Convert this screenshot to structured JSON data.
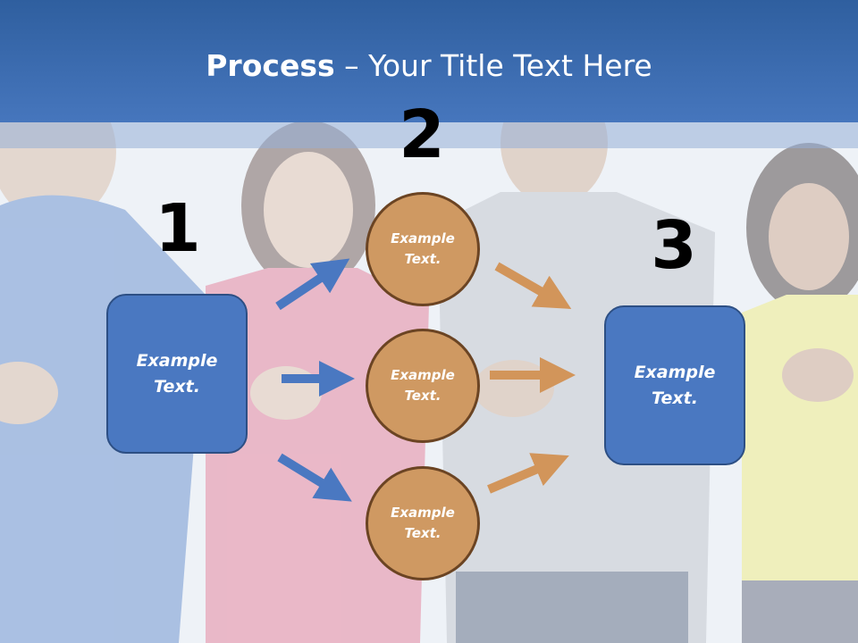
{
  "slide": {
    "title_bold": "Process",
    "title_rest": " – Your Title Text Here",
    "steps": [
      "1",
      "2",
      "3"
    ],
    "left_box": "Example\nText.",
    "circles": [
      "Example\nText.",
      "Example\nText.",
      "Example\nText."
    ],
    "right_box": "Example\nText."
  },
  "colors": {
    "header": "#3f6db2",
    "box_fill": "#4a78c1",
    "circle_fill": "#cf9962",
    "circle_border": "#6b4423",
    "arrow_blue": "#4a78c1",
    "arrow_orange": "#d2955a"
  }
}
